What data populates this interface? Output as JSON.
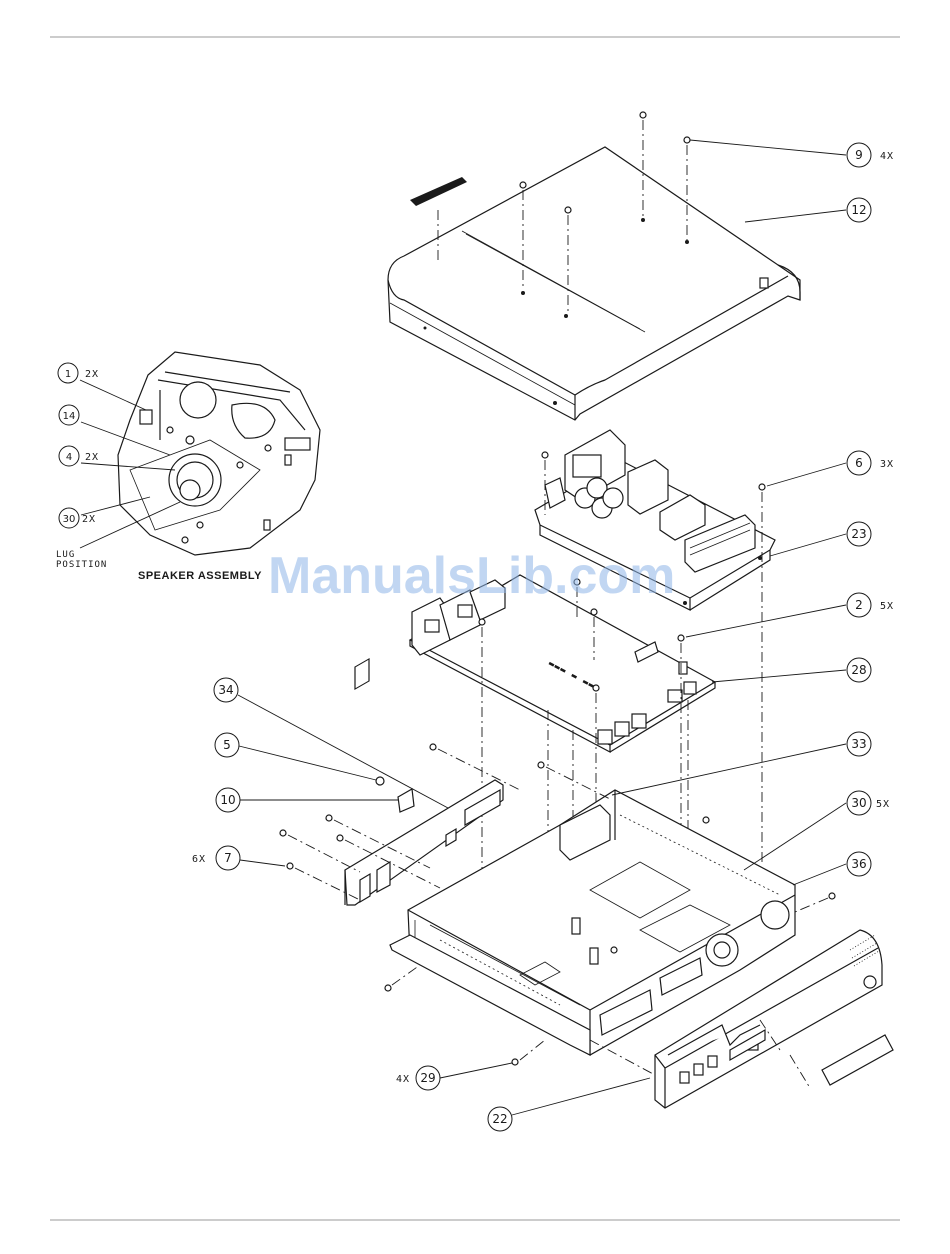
{
  "watermark": "ManualsLib.com",
  "speaker_title": "SPEAKER ASSEMBLY",
  "lug_position": [
    "LUG",
    "POSITION"
  ],
  "callouts": [
    {
      "id": "c9",
      "num": "9",
      "qty": "4X"
    },
    {
      "id": "c12",
      "num": "12",
      "qty": ""
    },
    {
      "id": "c6",
      "num": "6",
      "qty": "3X"
    },
    {
      "id": "c23",
      "num": "23",
      "qty": ""
    },
    {
      "id": "c2",
      "num": "2",
      "qty": "5X"
    },
    {
      "id": "c28",
      "num": "28",
      "qty": ""
    },
    {
      "id": "c33",
      "num": "33",
      "qty": ""
    },
    {
      "id": "c30b",
      "num": "30",
      "qty": "5X"
    },
    {
      "id": "c36",
      "num": "36",
      "qty": ""
    },
    {
      "id": "c34",
      "num": "34",
      "qty": ""
    },
    {
      "id": "c5",
      "num": "5",
      "qty": ""
    },
    {
      "id": "c10",
      "num": "10",
      "qty": ""
    },
    {
      "id": "c7",
      "num": "7",
      "qty": "6X"
    },
    {
      "id": "c29",
      "num": "29",
      "qty": "4X"
    },
    {
      "id": "c22",
      "num": "22",
      "qty": ""
    },
    {
      "id": "c1",
      "num": "1",
      "qty": "2X"
    },
    {
      "id": "c14",
      "num": "14",
      "qty": ""
    },
    {
      "id": "c4",
      "num": "4",
      "qty": "2X"
    },
    {
      "id": "c30a",
      "num": "30",
      "qty": "2X"
    }
  ]
}
